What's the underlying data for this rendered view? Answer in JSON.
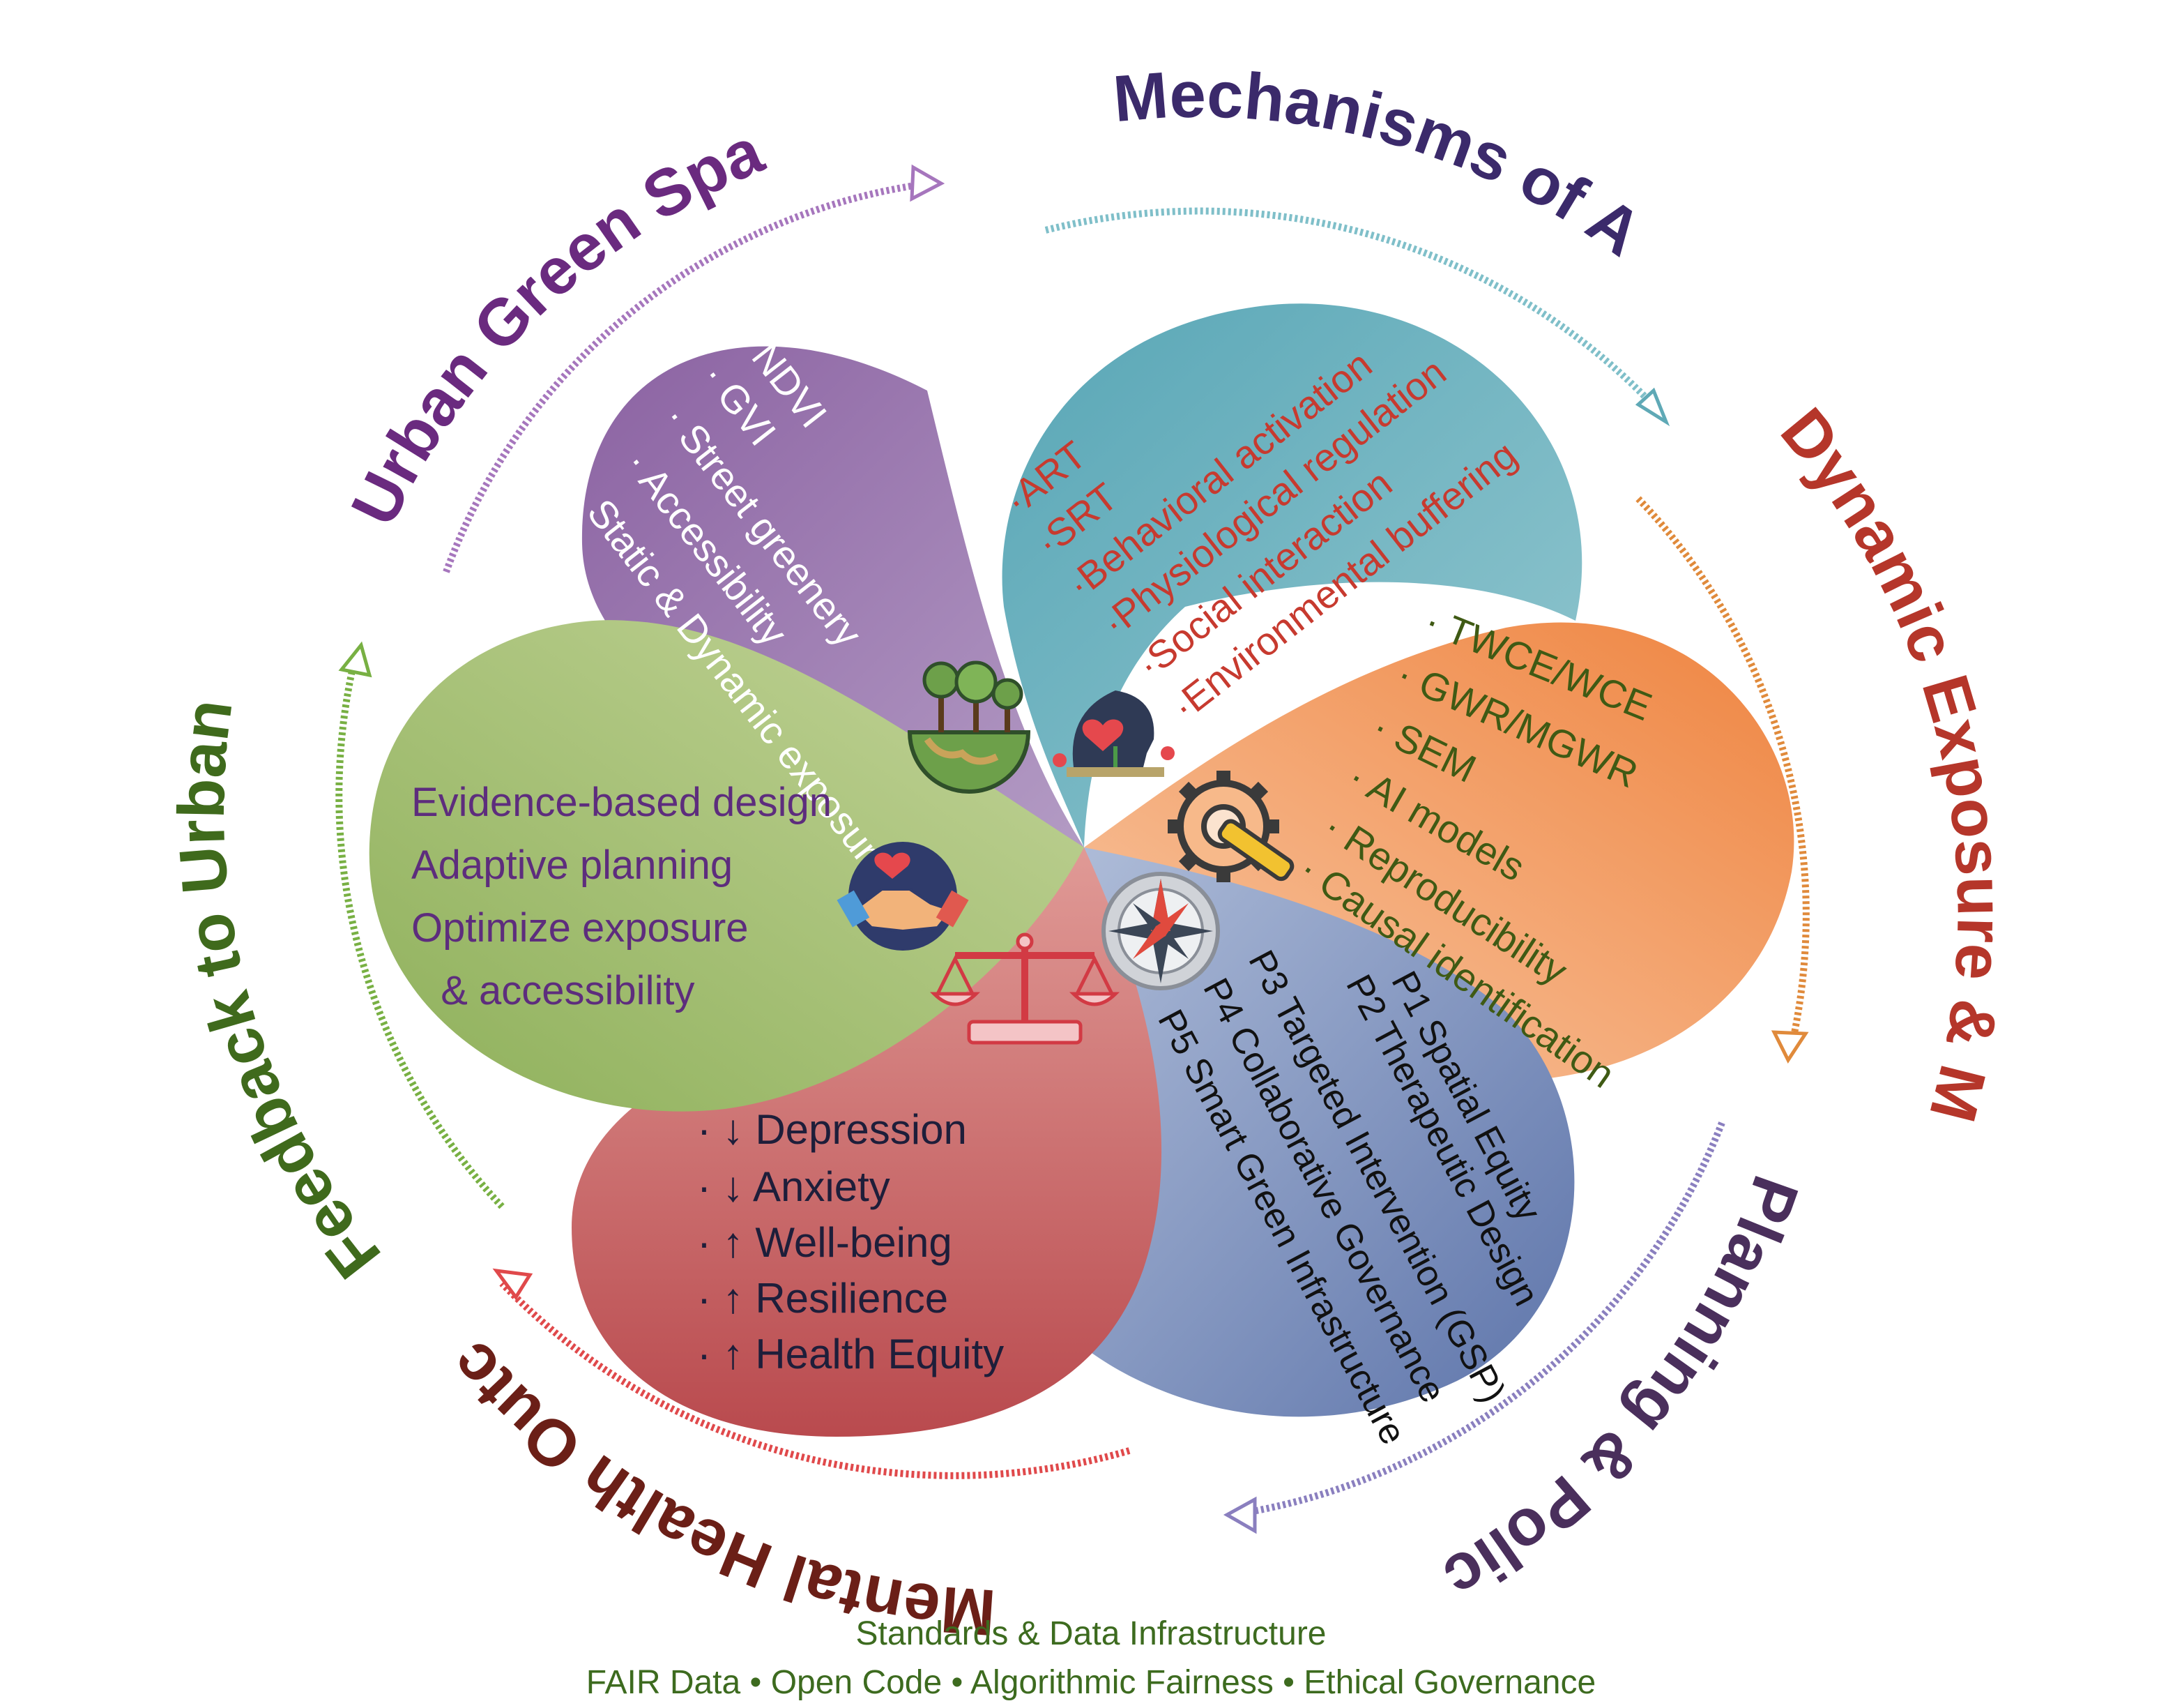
{
  "cycle_labels": {
    "ugs": "Urban Green Space (UGS)",
    "mechanisms": "Mechanisms of Action",
    "exposure": "Dynamic Exposure & Modeling",
    "policy": "Planning & Policy Tools",
    "outcomes": "Mental Health Outcomes",
    "feedback": "Feedback to Urban Design"
  },
  "petals": {
    "ugs": {
      "color": "#9a79ad",
      "items": [
        "· NDVI",
        "· GVI",
        "· Street greenery",
        "· Accessibility",
        "Static & Dynamic exposure"
      ],
      "icon": "globe-trees-icon"
    },
    "mechanisms": {
      "color": "#74b3c0",
      "items": [
        "·ART",
        "·SRT",
        "·Behavioral activation",
        "·Physiological regulation",
        "·Social interaction",
        "·Environmental buffering"
      ],
      "icon": "head-heart-icon"
    },
    "exposure": {
      "color": "#f39a62",
      "items": [
        "· TWCE/WCE",
        "· GWR/MGWR",
        "· SEM",
        "· AI models",
        "· Reproducibility",
        "· Causal identification"
      ],
      "icon": "gear-wrench-icon"
    },
    "policy": {
      "color": "#7d92bf",
      "items": [
        "P1 Spatial Equity",
        "P2 Therapeutic Design",
        "P3 Targeted Intervention (GSP)",
        "P4 Collaborative Governance",
        "P5 Smart Green Infrastructure"
      ],
      "icon": "compass-icon"
    },
    "outcomes": {
      "color": "#cd6b6c",
      "items": [
        "· ↓ Depression",
        "· ↓ Anxiety",
        "· ↑ Well-being",
        "· ↑ Resilience",
        "· ↑ Health Equity"
      ],
      "icon": "balance-scale-icon"
    },
    "feedback": {
      "color": "#a9c274",
      "items": [
        "Evidence-based design",
        "Adaptive planning",
        "Optimize exposure",
        "  & accessibility"
      ],
      "icon": "handshake-icon"
    }
  },
  "footer": {
    "line1": "Standards & Data Infrastructure",
    "line2": "FAIR Data • Open Code • Algorithmic Fairness • Ethical Governance"
  }
}
